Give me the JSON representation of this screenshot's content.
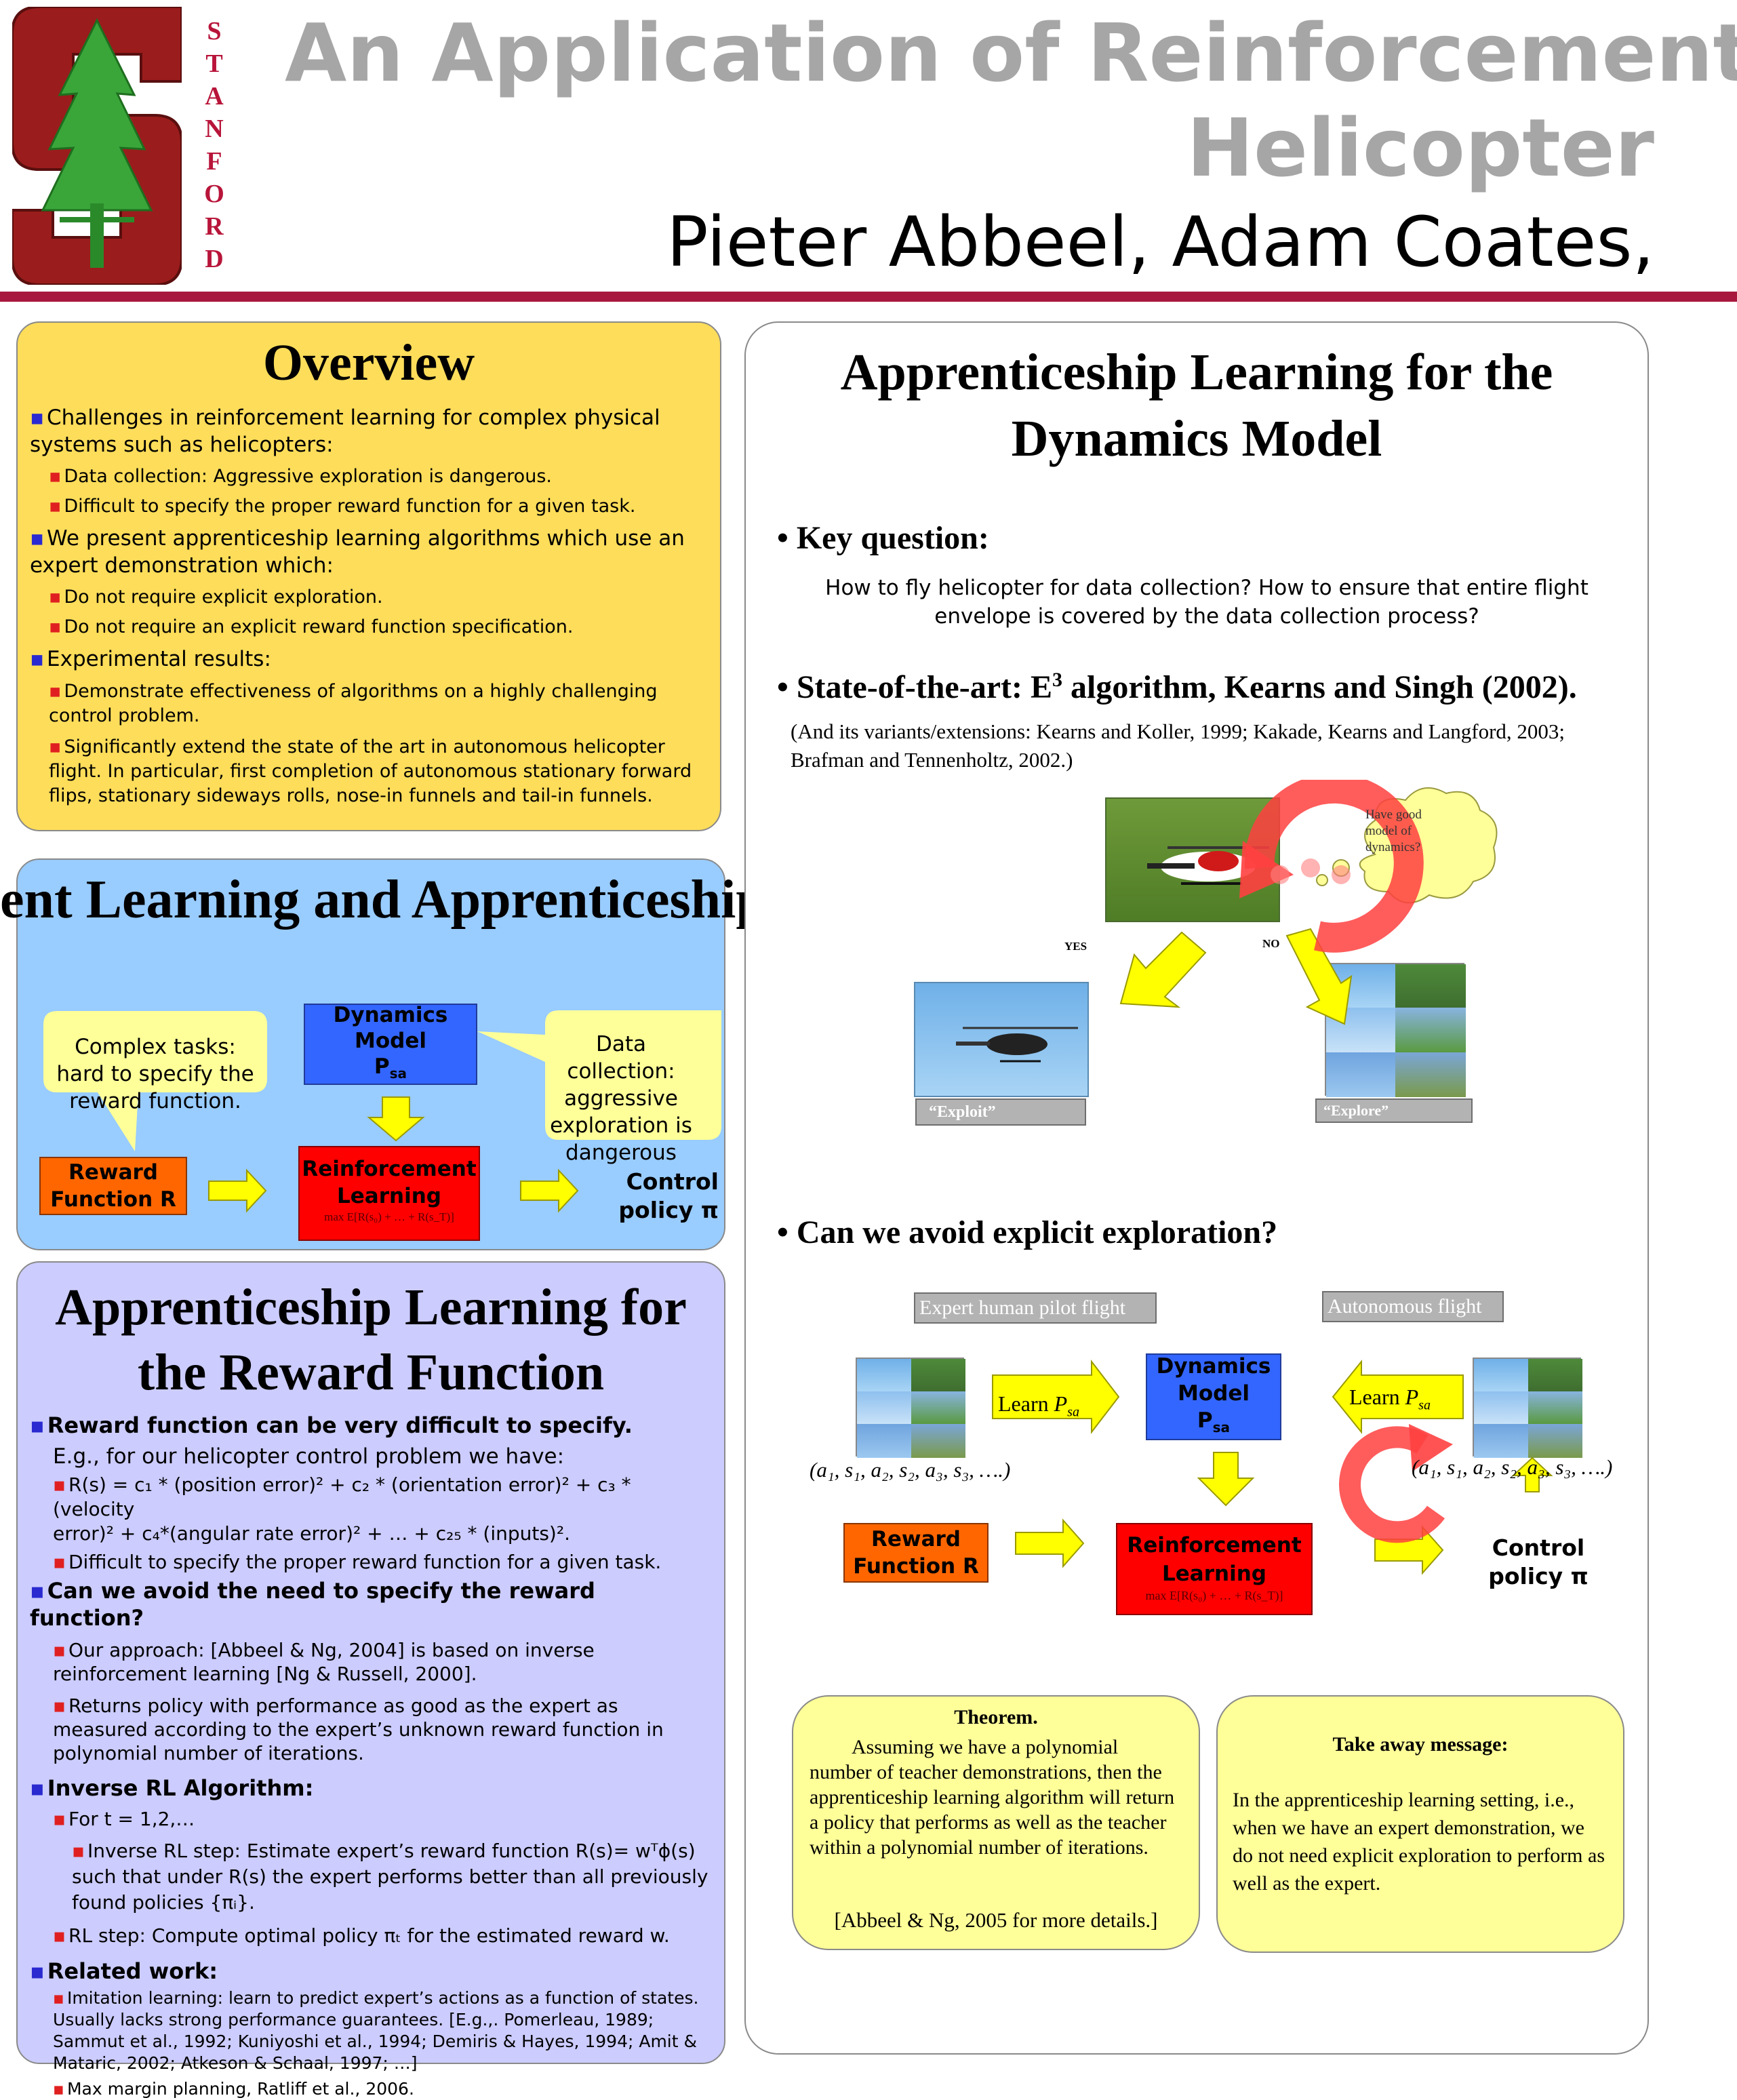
{
  "header": {
    "logo_letters": [
      "S",
      "T",
      "A",
      "N",
      "F",
      "O",
      "R",
      "D"
    ],
    "title_line1": "An Application of Reinforcement",
    "title_line2": "Helicopter",
    "authors": "Pieter Abbeel, Adam Coates,"
  },
  "colors": {
    "stanford_red": "#8c1515",
    "overview_bg": "#fedd5a",
    "rl_bg": "#99ccff",
    "reward_bg": "#ccccff",
    "yellow_box": "#ffff99",
    "blue_box": "#3366ff",
    "red_box": "#ff0000",
    "orange_box": "#ff6600"
  },
  "overview": {
    "title": "Overview",
    "items": [
      {
        "level": 1,
        "text": "Challenges in reinforcement learning for complex physical systems such as helicopters:"
      },
      {
        "level": 2,
        "text": "Data collection: Aggressive exploration is dangerous."
      },
      {
        "level": 2,
        "text": "Difficult to specify the proper reward function for a given task."
      },
      {
        "level": 1,
        "text": "We present apprenticeship learning algorithms which use an expert demonstration which:"
      },
      {
        "level": 2,
        "text": "Do not require explicit exploration."
      },
      {
        "level": 2,
        "text": "Do not require an explicit reward function specification."
      },
      {
        "level": 1,
        "text": "Experimental results:"
      },
      {
        "level": 2,
        "text": "Demonstrate effectiveness of algorithms on a highly challenging control problem."
      },
      {
        "level": 2,
        "text": "Significantly extend the state of the art in autonomous helicopter flight. In particular, first completion of autonomous stationary forward flips, stationary sideways rolls, nose-in funnels and tail-in funnels."
      }
    ]
  },
  "rl_panel": {
    "title": "ent Learning and Apprenticeship Learning",
    "callout_left": "Complex tasks: hard to specify the reward function.",
    "callout_right": "Data collection: aggressive exploration is dangerous",
    "dynamics_line1": "Dynamics",
    "dynamics_line2": "Model",
    "dynamics_p": "P",
    "dynamics_sub": "sa",
    "reward_line1": "Reward",
    "reward_line2": "Function R",
    "rl_line1": "Reinforcement",
    "rl_line2": "Learning",
    "rl_formula": "max E[R(s₀) + … + R(s_T)]",
    "control_line1": "Control",
    "control_line2": "policy π"
  },
  "reward_panel": {
    "title_line1": "Apprenticeship Learning for",
    "title_line2": "the Reward Function",
    "h1": "Reward function can be very difficult to specify.",
    "eg": "E.g., for our helicopter control problem we have:",
    "formula_1": "R(s) = c₁ * (position error)² + c₂ * (orientation error)² + c₃ * (velocity",
    "formula_2": "error)² + c₄*(angular rate error)² + …  + c₂₅ * (inputs)².",
    "difficult": "Difficult to specify the proper reward function for a given task.",
    "h2": "Can we avoid the need to specify the reward function?",
    "approach": "Our approach: [Abbeel & Ng, 2004] is based on inverse reinforcement learning [Ng & Russell, 2000].",
    "returns": "Returns policy with performance as good as the expert as measured according to the expert’s unknown reward function in polynomial number of iterations.",
    "h3": "Inverse RL Algorithm:",
    "for_loop": "For  t = 1,2,…",
    "inverse_step": "Inverse RL step: Estimate expert’s reward function R(s)= wᵀϕ(s) such that under R(s) the expert performs better than all previously found policies {πᵢ}.",
    "rl_step": "RL step: Compute optimal policy πₜ for the estimated reward w.",
    "h4": "Related work:",
    "imitation": "Imitation learning: learn to predict expert’s actions as a function of states. Usually lacks strong performance guarantees. [E.g.,. Pomerleau, 1989; Sammut et al., 1992; Kuniyoshi et al., 1994; Demiris & Hayes, 1994; Amit & Mataric, 2002; Atkeson & Schaal, 1997; …]",
    "max_margin": "Max margin planning, Ratliff et al., 2006."
  },
  "dynamics_panel": {
    "title_line1": "Apprenticeship Learning for the",
    "title_line2": "Dynamics Model",
    "key_question": "Key question:",
    "key_text": "How to fly helicopter for data collection? How to ensure that entire flight envelope is covered by the data collection process?",
    "sota_a": "State-of-the-art: E",
    "sota_sup": "3",
    "sota_b": " algorithm, Kearns and Singh (2002).",
    "variants": "(And its variants/extensions: Kearns and Koller, 1999; Kakade, Kearns and Langford, 2003; Brafman and Tennenholtz, 2002.)",
    "cloud": "Have good model of dynamics?",
    "yes": "YES",
    "no": "NO",
    "exploit": "“Exploit”",
    "explore": "“Explore”",
    "avoid": "Can we avoid explicit exploration?",
    "expert_flight": "Expert human pilot flight",
    "autonomous_flight": "Autonomous flight",
    "learn_label": "Learn ",
    "learn_p": "P",
    "learn_sub": "sa",
    "traj": "(a₁, s₁, a₂, s₂, a₃, s₃, ….)",
    "dyn_line1": "Dynamics",
    "dyn_line2": "Model",
    "dyn_p": "P",
    "dyn_sub": "sa",
    "reward_line1": "Reward",
    "reward_line2": "Function R",
    "rl_line1": "Reinforcement",
    "rl_line2": "Learning",
    "rl_formula": "max E[R(s₀) + … + R(s_T)]",
    "control_line1": "Control",
    "control_line2": "policy π",
    "theorem_title": "Theorem.",
    "theorem_text": "Assuming we have a polynomial number of teacher demonstrations, then the apprenticeship learning algorithm will return a policy that performs as well as the teacher within a polynomial number of iterations.",
    "theorem_ref": "[Abbeel & Ng, 2005 for more details.]",
    "takeaway_title": "Take away message:",
    "takeaway_text": "In the apprenticeship learning setting, i.e., when we have an expert demonstration, we do not need explicit exploration to perform as well as the expert."
  }
}
